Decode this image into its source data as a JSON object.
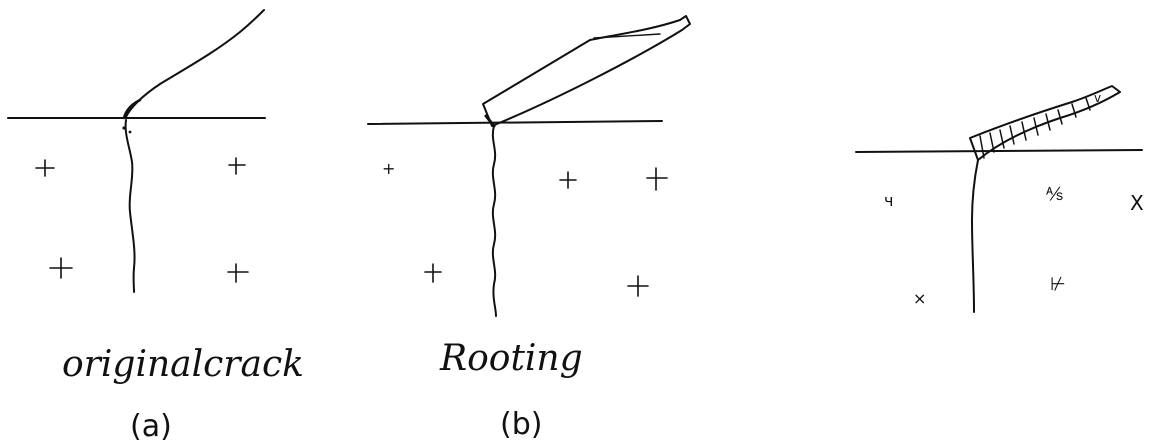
{
  "panels": [
    {
      "label": "originalcrack",
      "caption": "(a)"
    },
    {
      "label": "Rooting",
      "caption": "(b)"
    },
    {
      "label": "",
      "caption": ""
    }
  ]
}
